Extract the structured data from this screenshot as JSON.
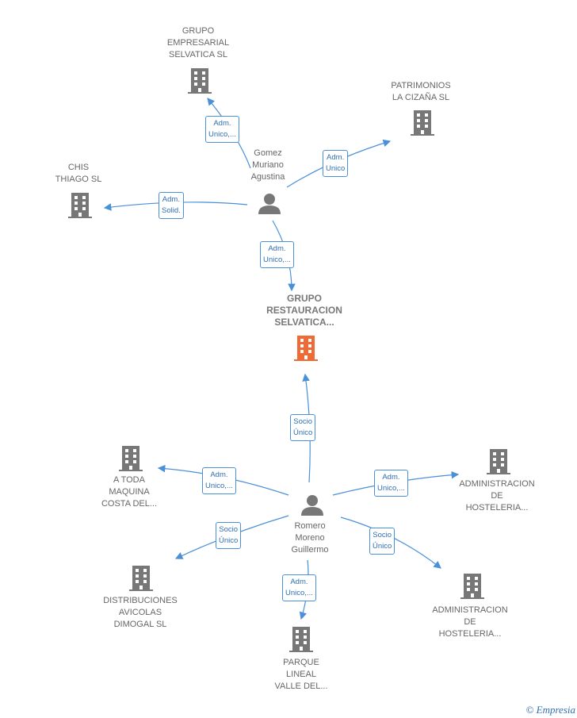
{
  "colors": {
    "edge": "#4a90d9",
    "company": "#777777",
    "company_main": "#f06a35",
    "person": "#777777"
  },
  "nodes": {
    "grupo_empresarial": "GRUPO\nEMPRESARIAL\nSELVATICA  SL",
    "patrimonios": "PATRIMONIOS\nLA CIZAÑA  SL",
    "chis_thiago": "CHIS\nTHIAGO  SL",
    "gomez": "Gomez\nMuriano\nAgustina",
    "grupo_restauracion": "GRUPO\nRESTAURACION\nSELVATICA...",
    "a_toda_maquina": "A TODA\nMAQUINA\nCOSTA DEL...",
    "admin_hosteleria_1": "ADMINISTRACION\nDE\nHOSTELERIA...",
    "romero": "Romero\nMoreno\nGuillermo",
    "distribuciones": "DISTRIBUCIONES\nAVICOLAS\nDIMOGAL SL",
    "admin_hosteleria_2": "ADMINISTRACION\nDE\nHOSTELERIA...",
    "parque_lineal": "PARQUE\nLINEAL\nVALLE DEL..."
  },
  "edges": {
    "gomez_grupo_emp": "Adm.\nUnico,...",
    "gomez_patrimonios": "Adm.\nUnico",
    "gomez_chis": "Adm.\nSolid.",
    "gomez_restauracion": "Adm.\nUnico,...",
    "romero_restauracion": "Socio\nÚnico",
    "romero_a_toda": "Adm.\nUnico,...",
    "romero_admin1": "Adm.\nUnico,...",
    "romero_distrib": "Socio\nÚnico",
    "romero_admin2": "Socio\nÚnico",
    "romero_parque": "Adm.\nUnico,..."
  },
  "footer": {
    "copyright": "©",
    "brand": "Empresia"
  }
}
